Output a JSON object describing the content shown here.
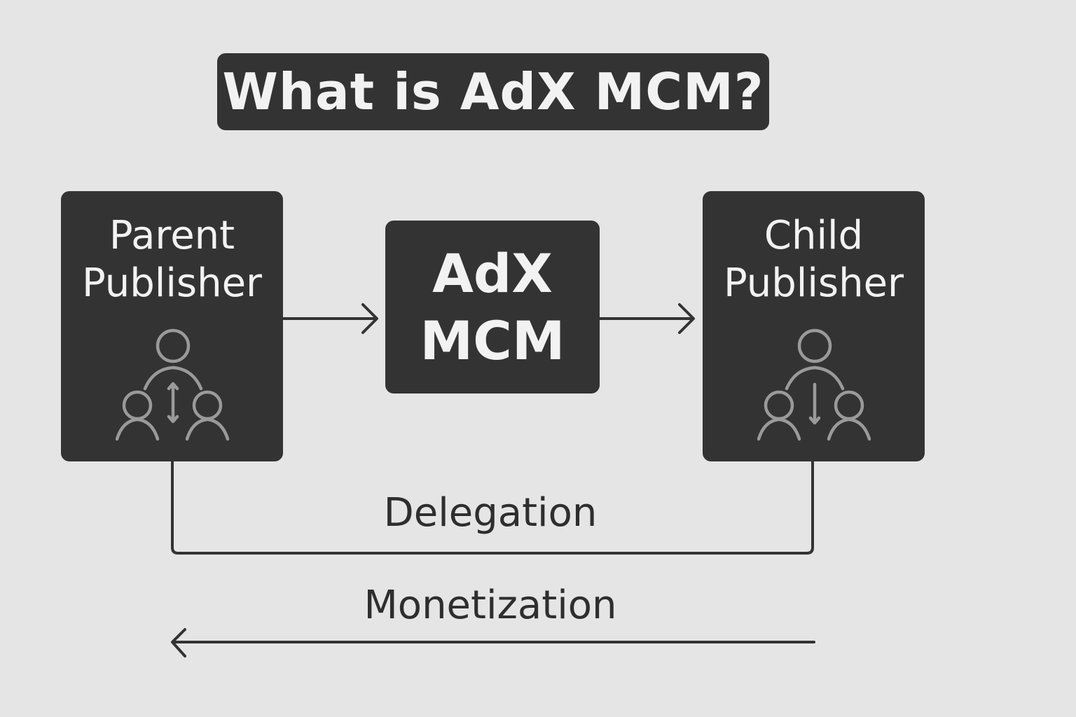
{
  "title": "What is AdX MCM?",
  "parent": {
    "line1": "Parent",
    "line2": "Publisher"
  },
  "adx": {
    "line1": "AdX",
    "line2": "MCM"
  },
  "child": {
    "line1": "Child",
    "line2": "Publisher"
  },
  "delegation": "Delegation",
  "monetization": "Monetization",
  "icons": {
    "parent_icon": "people-hierarchy-bidirectional-icon",
    "child_icon": "people-hierarchy-downward-icon"
  },
  "colors": {
    "background": "#e5e5e5",
    "box": "#333333",
    "text_on_box": "#f2f2f2",
    "icon": "#9a9a9a",
    "line": "#333333"
  }
}
